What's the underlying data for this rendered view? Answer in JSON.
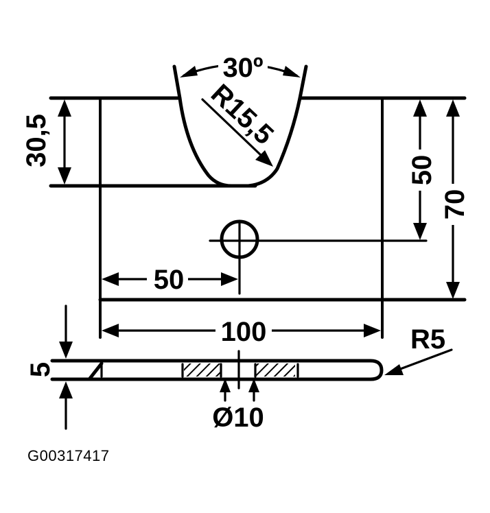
{
  "dimensions": {
    "angle": "30º",
    "radius_groove": "R15,5",
    "depth_groove": "30,5",
    "height_hole": "50",
    "height_total": "70",
    "hole_offset": "50",
    "width_total": "100",
    "thickness": "5",
    "radius_edge": "R5",
    "hole_diameter": "Ø10"
  },
  "caption": "G00317417"
}
